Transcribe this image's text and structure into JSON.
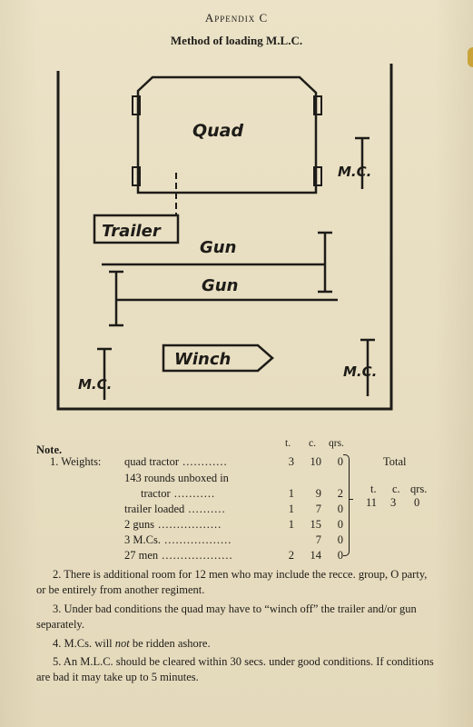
{
  "header": "Appendix C",
  "title": "Method of loading M.L.C.",
  "diagram": {
    "labels": {
      "quad": "Quad",
      "trailer": "Trailer",
      "gun_1": "Gun",
      "gun_2": "Gun",
      "winch": "Winch",
      "mc_right_upper": "M.C.",
      "mc_left_lower": "M.C.",
      "mc_right_lower": "M.C."
    }
  },
  "note": {
    "heading": "Note.",
    "columns": [
      "t.",
      "c.",
      "qrs."
    ],
    "item1_prefix": "1. Weights:",
    "weights": [
      {
        "label": "quad tractor",
        "t": "3",
        "c": "10",
        "q": "0"
      },
      {
        "label": "143 rounds unboxed in",
        "t": "",
        "c": "",
        "q": ""
      },
      {
        "label": "tractor",
        "t": "1",
        "c": "9",
        "q": "2"
      },
      {
        "label": "trailer loaded",
        "t": "1",
        "c": "7",
        "q": "0"
      },
      {
        "label": "2 guns",
        "t": "1",
        "c": "15",
        "q": "0"
      },
      {
        "label": "3 M.Cs.",
        "t": "",
        "c": "7",
        "q": "0"
      },
      {
        "label": "27 men",
        "t": "2",
        "c": "14",
        "q": "0"
      }
    ],
    "total": {
      "label": "Total",
      "columns": [
        "t.",
        "c.",
        "qrs."
      ],
      "values": [
        "11",
        "3",
        "0"
      ]
    },
    "paragraphs": [
      "2. There is additional room for 12 men who may include the recce. group, O party, or be entirely from another regiment.",
      "3. Under bad conditions the quad may have to “winch off” the trailer and/or gun separately.",
      "4. M.Cs. will not be ridden ashore.",
      "5. An M.L.C. should be cleared within 30 secs. under good conditions. If conditions are bad it may take up to 5 minutes."
    ]
  }
}
